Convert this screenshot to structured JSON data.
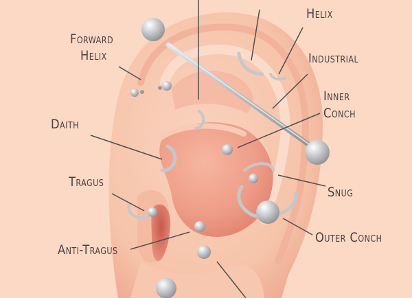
{
  "colors": {
    "background": "#fbd9c5",
    "skin": "#f7c9b0",
    "skin_shadow": "#eea28c",
    "inner_red": "#e98a78",
    "metal": "#bfc0c4",
    "label_text": "#4a4040",
    "leader_line": "#4f4f4f"
  },
  "labels": {
    "forward_helix_1": "Forward",
    "forward_helix_2": "Helix",
    "helix": "Helix",
    "industrial": "Industrial",
    "inner_conch_1": "Inner",
    "inner_conch_2": "Conch",
    "daith": "Daith",
    "tragus": "Tragus",
    "snug": "Snug",
    "anti_tragus": "Anti-Tragus",
    "outer_conch": "Outer Conch"
  }
}
